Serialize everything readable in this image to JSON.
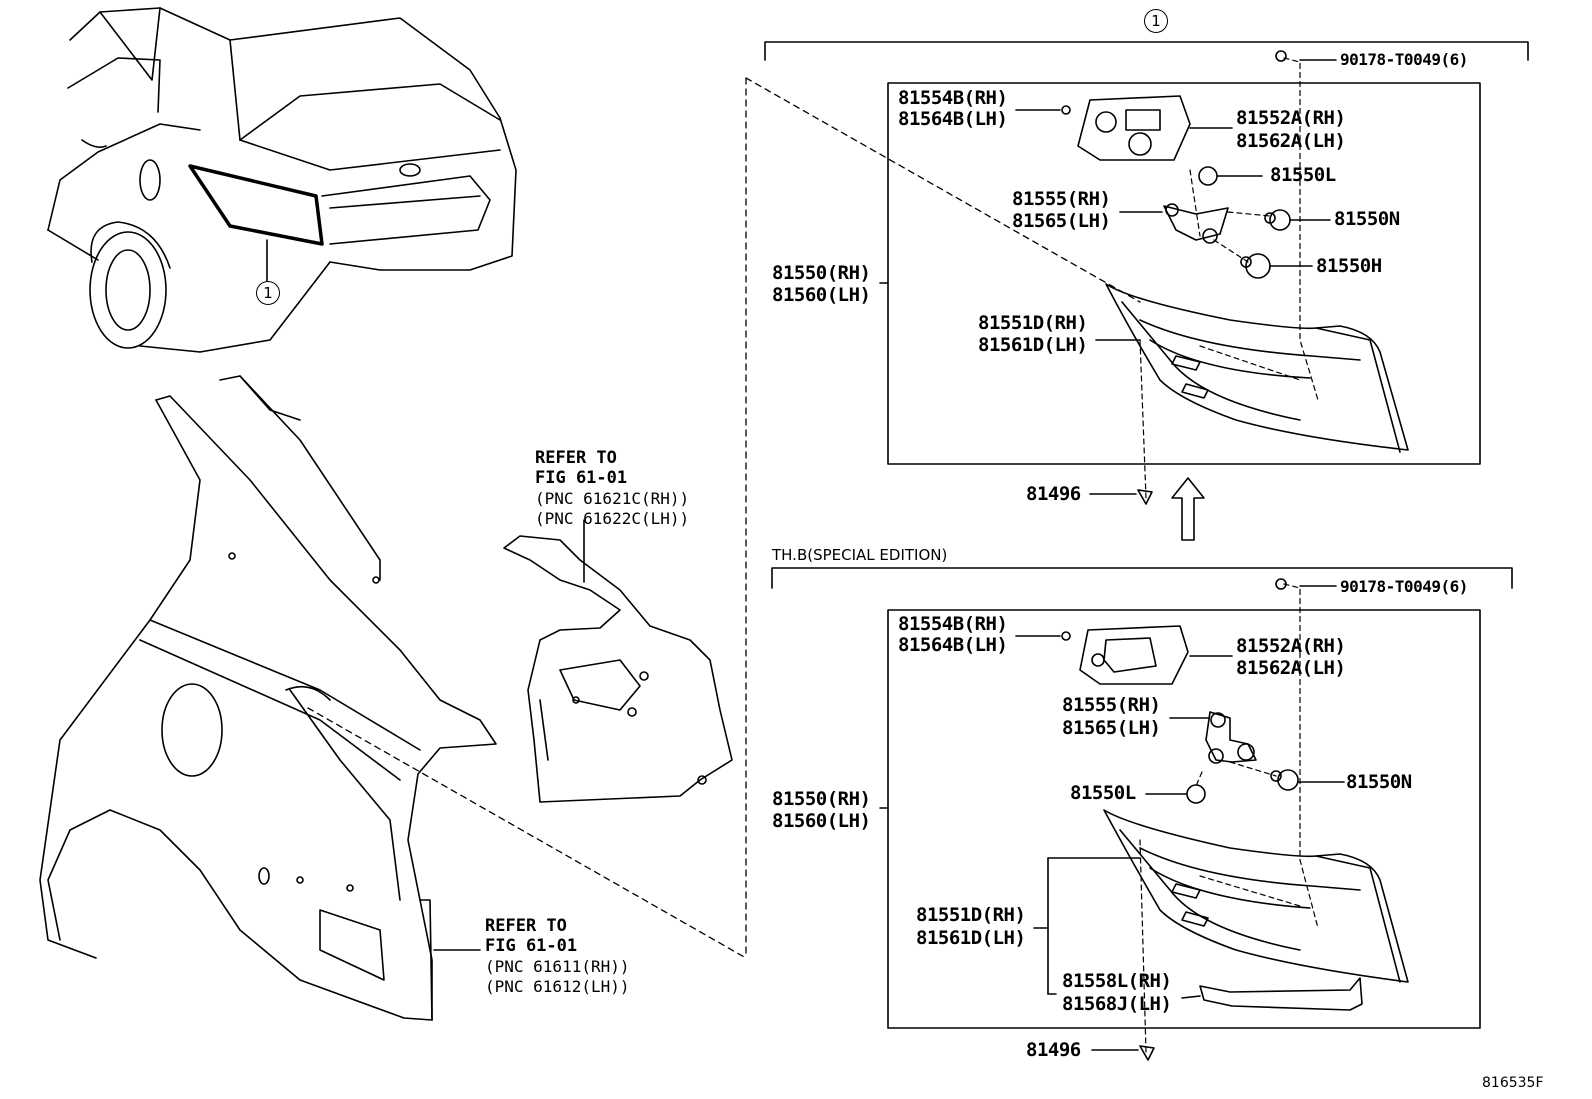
{
  "callout_marker": "1",
  "figure_id": "816535F",
  "refer_panel": {
    "title_line1": "REFER TO",
    "title_line2": "FIG 61-01",
    "pnc_rh": "(PNC 61621C(RH))",
    "pnc_lh": "(PNC 61622C(LH))"
  },
  "refer_fender": {
    "title_line1": "REFER TO",
    "title_line2": "FIG 61-01",
    "pnc_rh": "(PNC 61611(RH))",
    "pnc_lh": "(PNC 61612(LH))"
  },
  "top_group": {
    "screw": "90178-T0049(6)",
    "gasket_rh": "81554B(RH)",
    "gasket_lh": "81564B(LH)",
    "cover_rh": "81552A(RH)",
    "cover_lh": "81562A(LH)",
    "bulb_l": "81550L",
    "socket_rh": "81555(RH)",
    "socket_lh": "81565(LH)",
    "bulb_n": "81550N",
    "bulb_h": "81550H",
    "assy_rh": "81550(RH)",
    "assy_lh": "81560(LH)",
    "lens_rh": "81551D(RH)",
    "lens_lh": "81561D(LH)",
    "clip": "81496"
  },
  "special_group": {
    "heading": "TH.B(SPECIAL EDITION)",
    "screw": "90178-T0049(6)",
    "gasket_rh": "81554B(RH)",
    "gasket_lh": "81564B(LH)",
    "cover_rh": "81552A(RH)",
    "cover_lh": "81562A(LH)",
    "socket_rh": "81555(RH)",
    "socket_lh": "81565(LH)",
    "bulb_n": "81550N",
    "bulb_l": "81550L",
    "assy_rh": "81550(RH)",
    "assy_lh": "81560(LH)",
    "lens_rh": "81551D(RH)",
    "lens_lh": "81561D(LH)",
    "garnish_rh": "81558L(RH)",
    "garnish_lh": "81568J(LH)",
    "clip": "81496"
  }
}
